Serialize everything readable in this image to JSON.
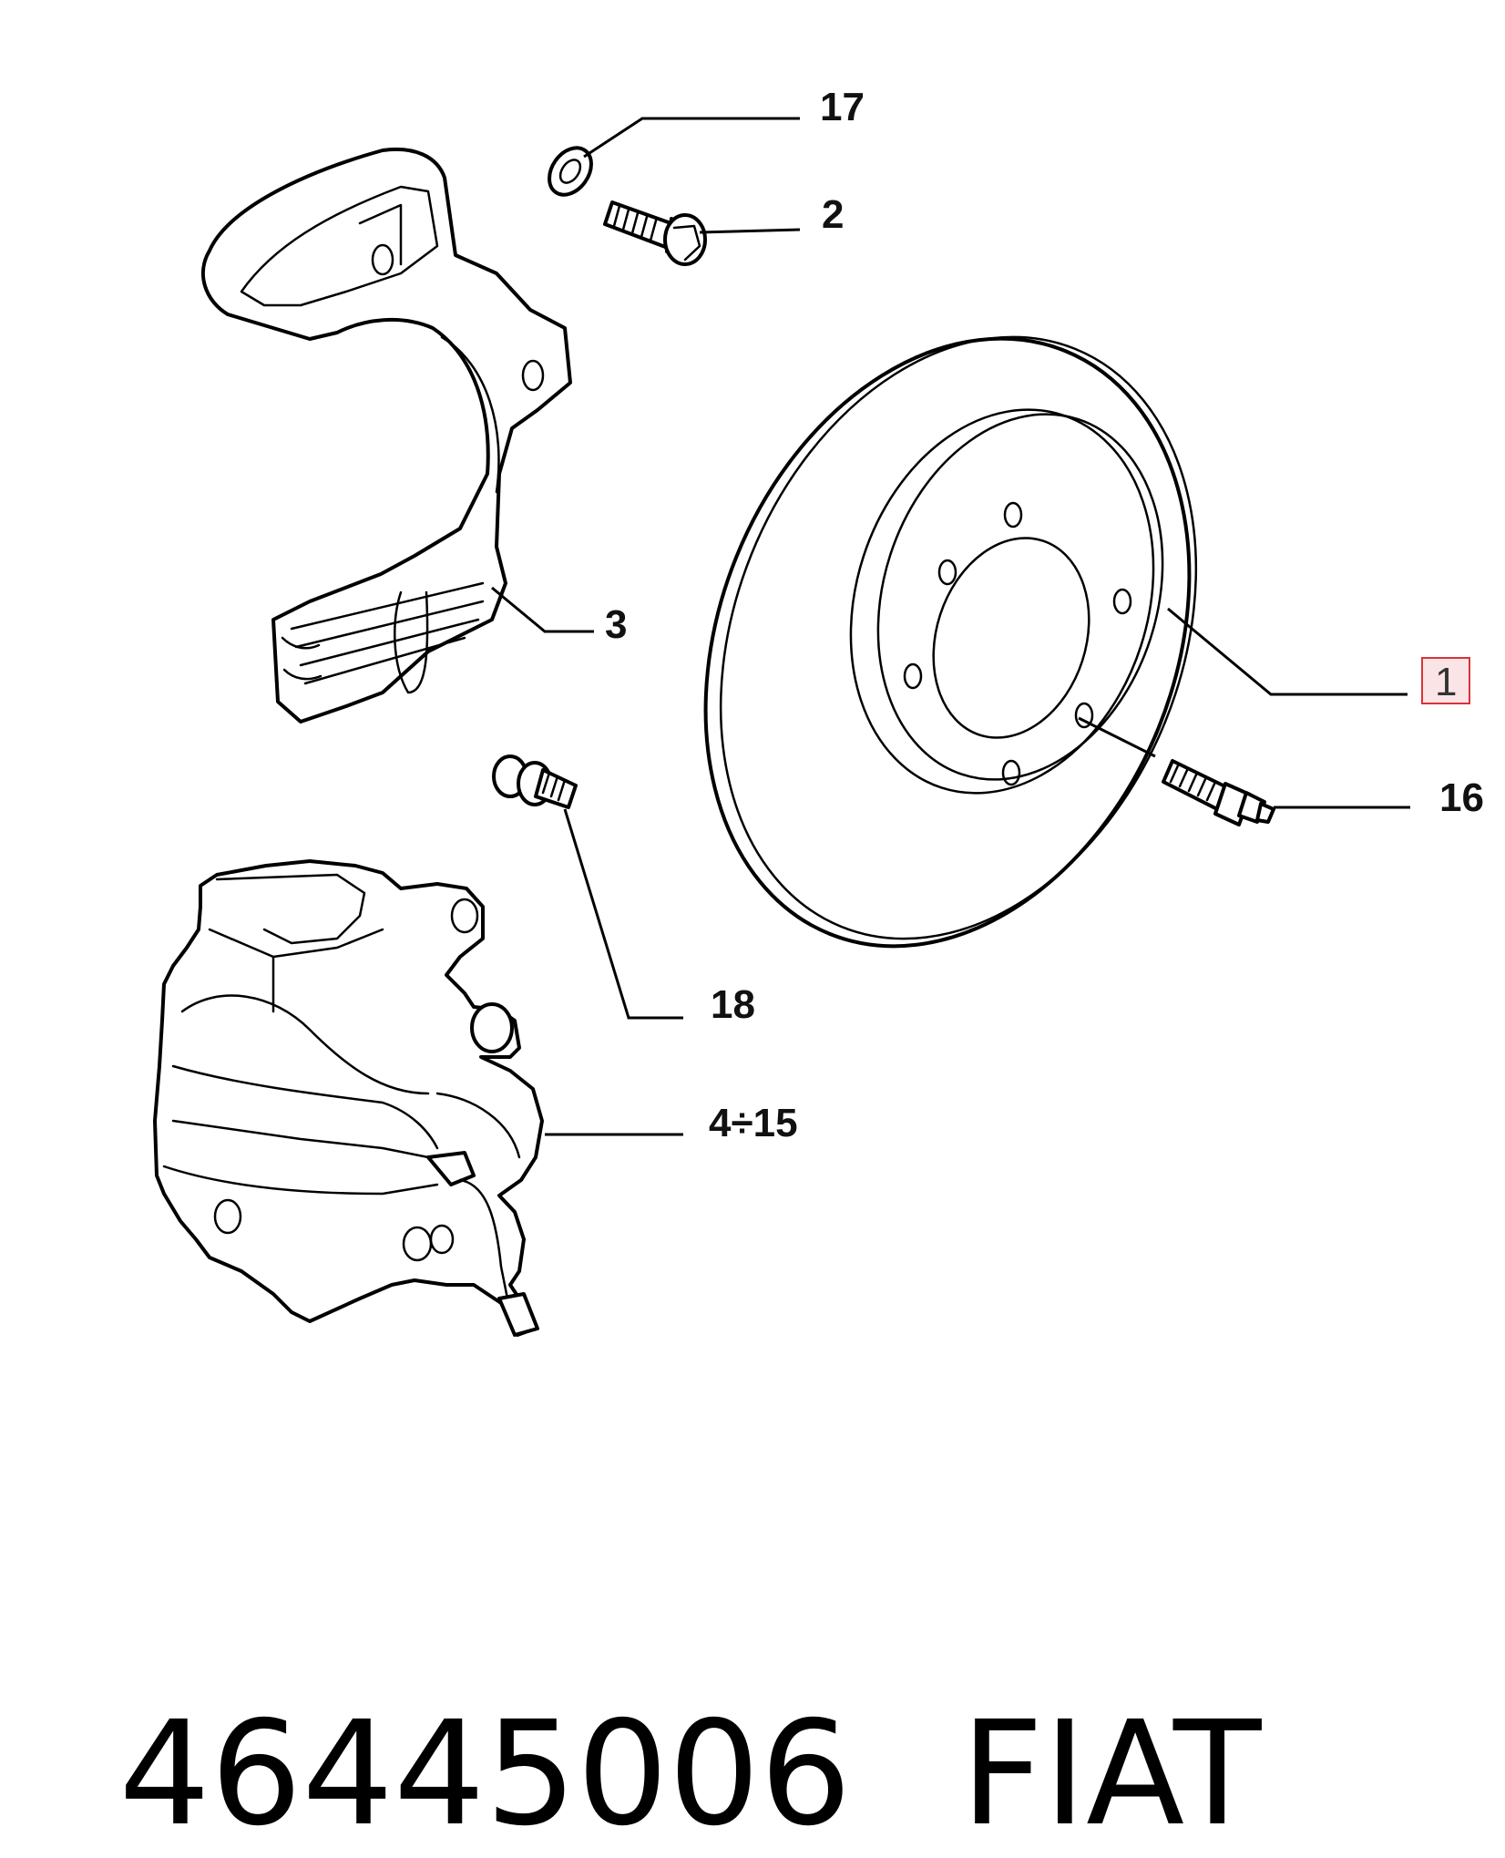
{
  "callouts": {
    "c17": "17",
    "c2": "2",
    "c3": "3",
    "c1": "1",
    "c16": "16",
    "c18": "18",
    "c4_15": "4÷15"
  },
  "highlight_color": "#d9333a",
  "footer": {
    "part_number": "46445006",
    "brand": "FIAT"
  }
}
